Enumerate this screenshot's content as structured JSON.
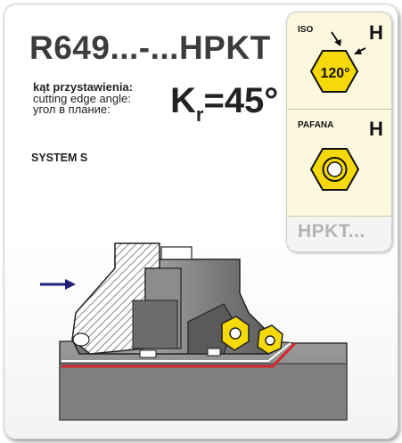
{
  "title": "R649...-...HPKT",
  "angle_labels": [
    "kąt przystawienia:",
    "cutting edge angle:",
    "угол в плание:"
  ],
  "kr": {
    "symbol": "K",
    "sub": "r",
    "value": "=45°"
  },
  "system": "SYSTEM S",
  "panel": {
    "iso": {
      "label": "ISO",
      "grade": "H",
      "angle": "120°"
    },
    "pafana": {
      "label": "PAFANA",
      "grade": "H"
    },
    "code": "HPKT..."
  },
  "colors": {
    "insert_yellow": "#f5d90a",
    "arrow": "#1e1e7a",
    "cut_line": "#d8232a",
    "panel_bg": "#fbf8df"
  },
  "icons": [
    "feed-direction-arrow-icon",
    "hex-insert-iso-icon",
    "hex-insert-pafana-icon"
  ]
}
